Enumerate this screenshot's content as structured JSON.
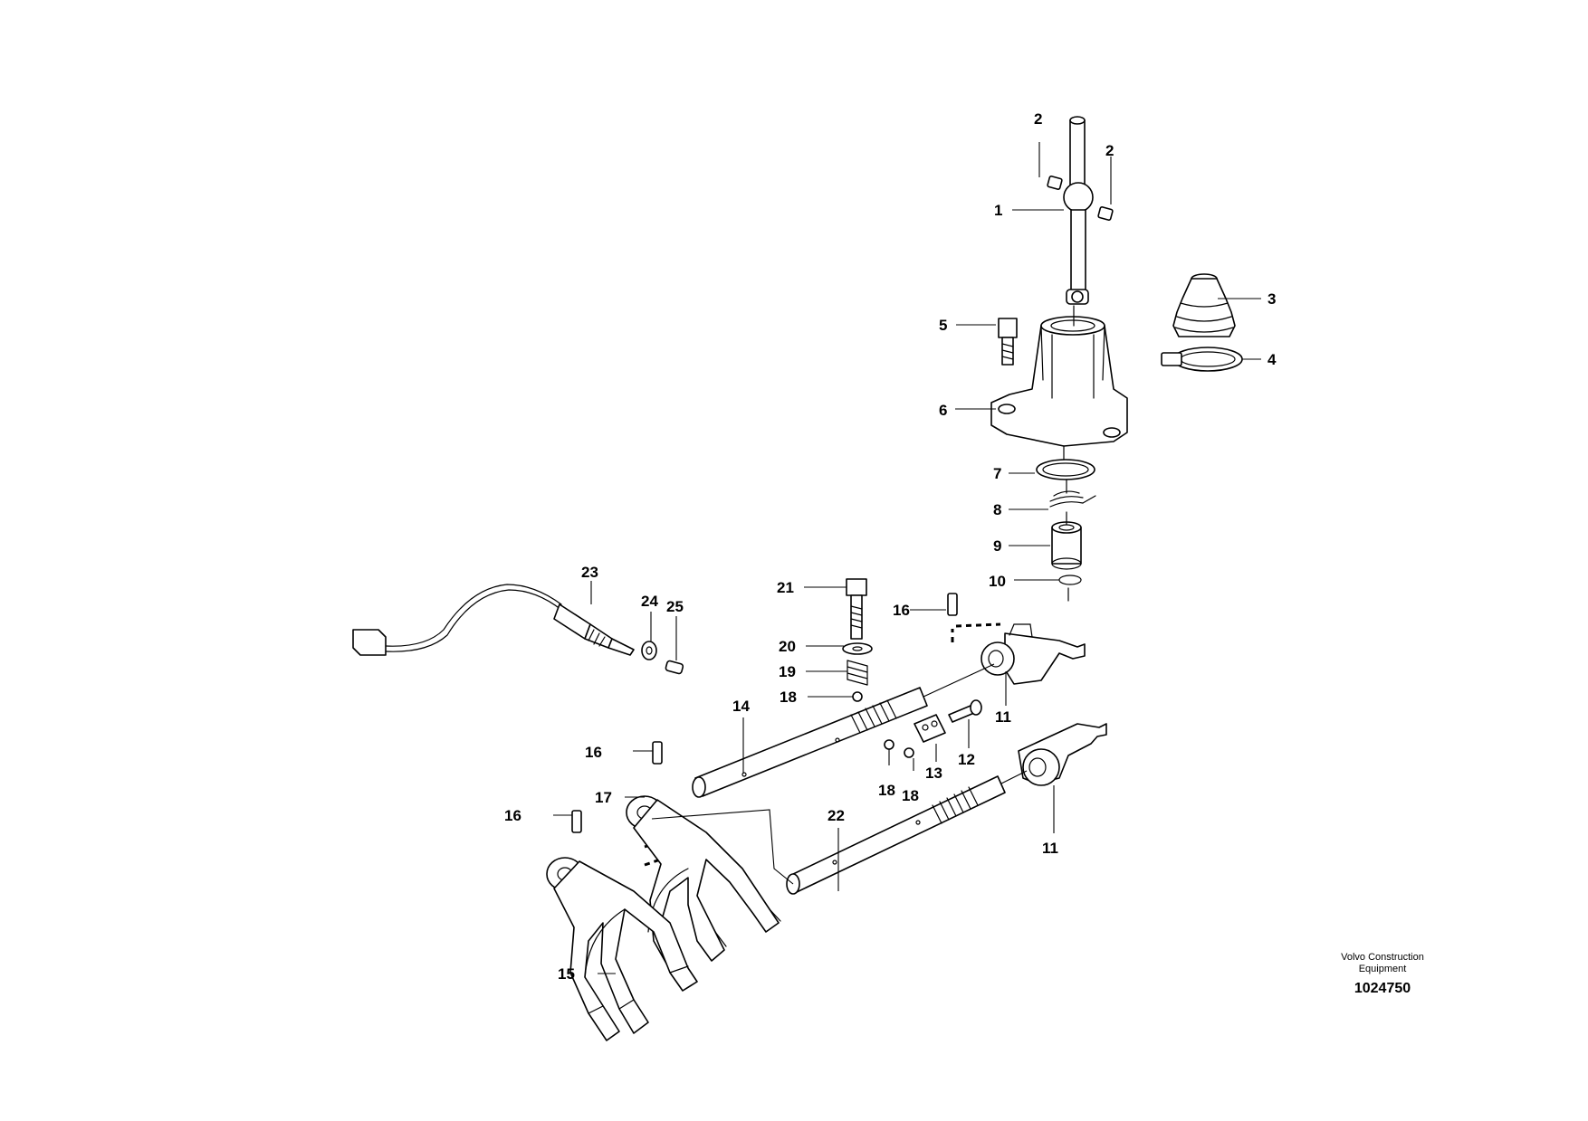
{
  "callouts": {
    "c1": "1",
    "c2a": "2",
    "c2b": "2",
    "c3": "3",
    "c4": "4",
    "c5": "5",
    "c6": "6",
    "c7": "7",
    "c8": "8",
    "c9": "9",
    "c10": "10",
    "c11a": "11",
    "c11b": "11",
    "c12": "12",
    "c13": "13",
    "c14": "14",
    "c15": "15",
    "c16a": "16",
    "c16b": "16",
    "c16c": "16",
    "c17": "17",
    "c18a": "18",
    "c18b": "18",
    "c18c": "18",
    "c19": "19",
    "c20": "20",
    "c21": "21",
    "c22": "22",
    "c23": "23",
    "c24": "24",
    "c25": "25"
  },
  "footer": {
    "maker_line1": "Volvo Construction",
    "maker_line2": "Equipment",
    "document_number": "1024750"
  }
}
